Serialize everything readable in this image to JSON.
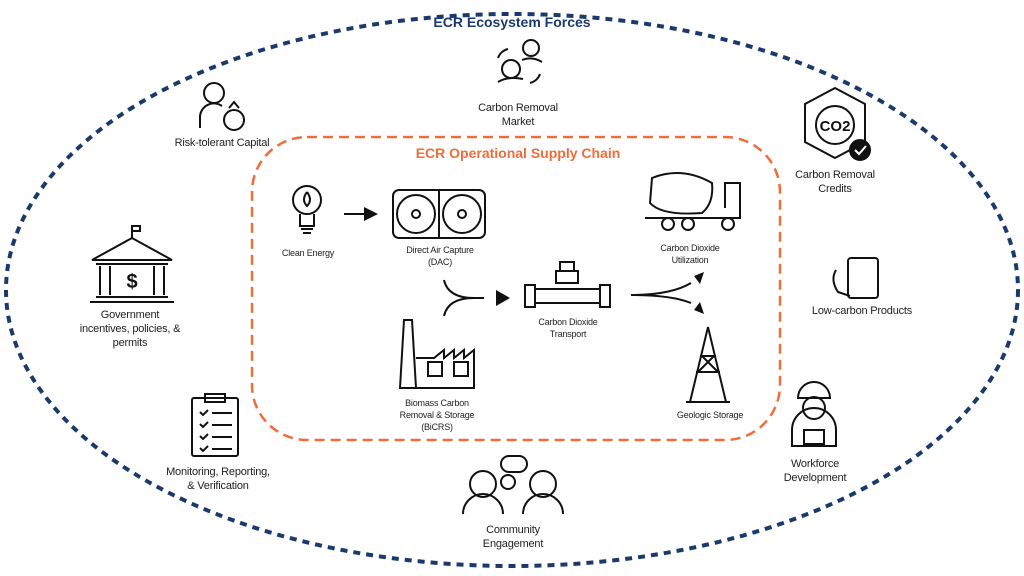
{
  "colors": {
    "ecosystem": "#1b3a6b",
    "supply_chain": "#f26b3a",
    "icon": "#111111"
  },
  "ecosystem": {
    "title": "ECR Ecosystem Forces",
    "carbon_market": [
      "Carbon Removal",
      "Market"
    ],
    "capital": "Risk-tolerant Capital",
    "credits": [
      "Carbon Removal",
      "Credits"
    ],
    "government": [
      "Government",
      "incentives, policies, &",
      "permits"
    ],
    "low_carbon": "Low-carbon Products",
    "mrv": [
      "Monitoring, Reporting,",
      "& Verification"
    ],
    "workforce": [
      "Workforce",
      "Development"
    ],
    "community": [
      "Community",
      "Engagement"
    ]
  },
  "supply_chain": {
    "title": "ECR Operational Supply Chain",
    "clean_energy": "Clean Energy",
    "dac": [
      "Direct Air Capture",
      "(DAC)"
    ],
    "transport": [
      "Carbon Dioxide",
      "Transport"
    ],
    "utilization": [
      "Carbon Dioxide",
      "Utilization"
    ],
    "bicrs": [
      "Biomass Carbon",
      "Removal & Storage",
      "(BiCRS)"
    ],
    "geologic": "Geologic Storage"
  },
  "icons": {
    "co2_text": "CO2",
    "dollar": "$"
  }
}
